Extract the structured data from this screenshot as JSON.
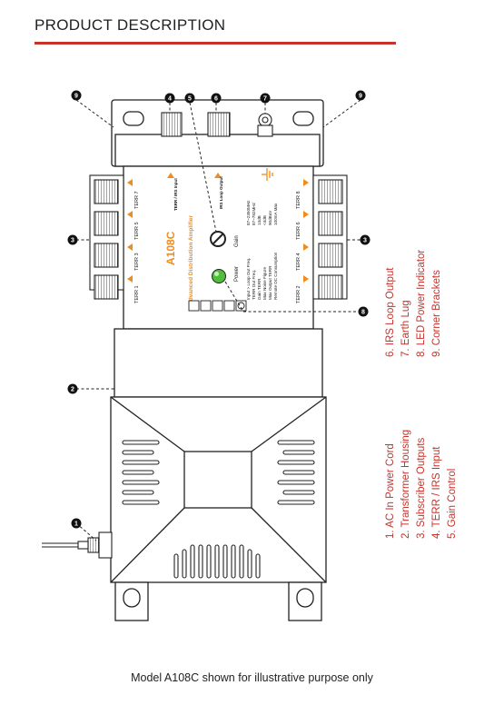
{
  "title": "PRODUCT DESCRIPTION",
  "device": {
    "model": "A108C",
    "subtitle": "Advanced Distribution Amplifier",
    "ports_left": [
      "TERR 7",
      "TERR 5",
      "TERR 3",
      "TERR 1"
    ],
    "ports_right": [
      "TERR 8",
      "TERR 6",
      "TERR 4",
      "TERR 2"
    ],
    "input_label": "TERR / IRS Input",
    "loop_label": "IRS Loop Output",
    "gain_label": "Gain",
    "power_label": "Power",
    "spec_names": [
      "Input > Loop Out Freq.",
      "TERR Out Freq.",
      "Gain TERR",
      "Max Noise Figure",
      "Max Output TERR",
      "Remote DC Consumption"
    ],
    "spec_values": [
      "87~2350MHz",
      "87~782MHz",
      "13dB",
      "<4dB",
      "90dBuV",
      "100mA Max"
    ]
  },
  "callouts": [
    "1",
    "2",
    "3",
    "3",
    "4",
    "5",
    "6",
    "7",
    "8",
    "9",
    "9"
  ],
  "legend_left": [
    {
      "text": "1. AC In Power Cord",
      "color": "#c8322b"
    },
    {
      "text": "2. Transformer Housing",
      "color": "#c8322b"
    },
    {
      "text": "3. Subscriber Outputs",
      "color": "#c8322b"
    },
    {
      "text": "4. TERR / IRS Input",
      "color": "#c8322b"
    },
    {
      "text": "5. Gain Control",
      "color": "#c8322b"
    }
  ],
  "legend_right": [
    {
      "text": "6. IRS Loop Output",
      "color": "#c8322b"
    },
    {
      "text": "7. Earth Lug",
      "color": "#c8322b"
    },
    {
      "text": "8. LED Power Indicator",
      "color": "#c8322b"
    },
    {
      "text": "9. Corner Brackets",
      "color": "#c8322b"
    }
  ],
  "caption": "Model A108C shown for illustrative purpose only",
  "colors": {
    "accent": "#c8322b",
    "orange": "#f08c1e",
    "led": "#4fbf3a"
  }
}
